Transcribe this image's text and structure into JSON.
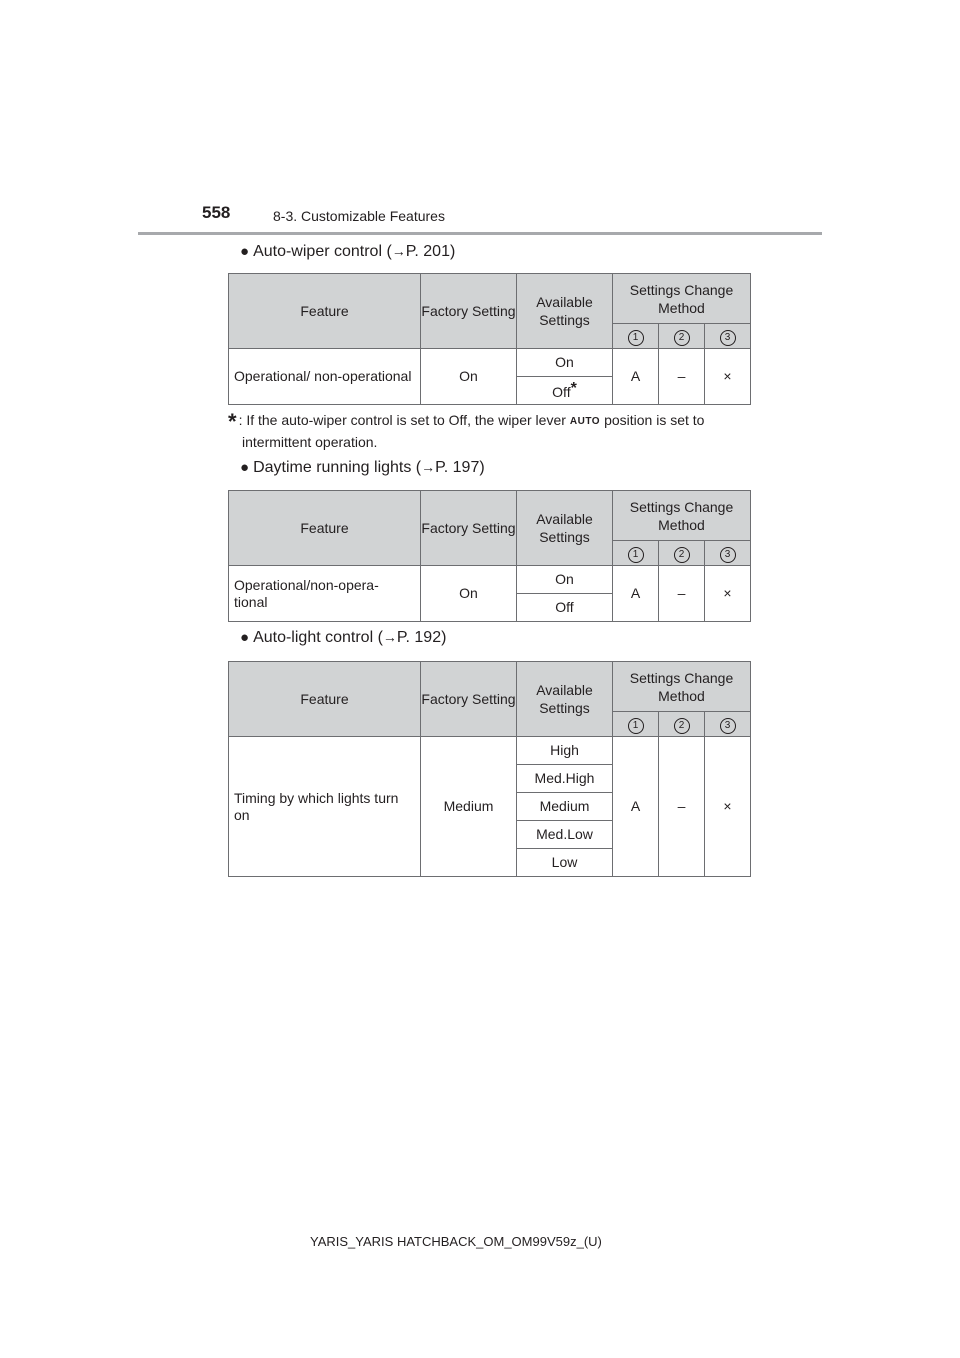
{
  "header": {
    "page_number": "558",
    "section": "8-3. Customizable Features"
  },
  "sections": [
    {
      "bullet": "●",
      "title": "Auto-wiper control (",
      "arrow": "→",
      "ref": "P. 201)"
    },
    {
      "bullet": "●",
      "title": "Daytime running lights (",
      "arrow": "→",
      "ref": "P. 197)"
    },
    {
      "bullet": "●",
      "title": "Auto-light control (",
      "arrow": "→",
      "ref": "P. 192)"
    }
  ],
  "table_headers": {
    "feature": "Feature",
    "factory": "Factory Setting",
    "available": "Available Settings",
    "method": "Settings Change Method",
    "method_nums": [
      "1",
      "2",
      "3"
    ]
  },
  "tables": [
    {
      "feature": "Operational/ non-operational",
      "factory": "On",
      "options": [
        "On",
        "Off"
      ],
      "options_star": "*",
      "methods": [
        "A",
        "–",
        "×"
      ]
    },
    {
      "feature": "Operational/non-opera- tional",
      "factory": "On",
      "options": [
        "On",
        "Off"
      ],
      "methods": [
        "A",
        "–",
        "×"
      ]
    },
    {
      "feature": "Timing by which lights turn on",
      "factory": "Medium",
      "options": [
        "High",
        "Med.High",
        "Medium",
        "Med.Low",
        "Low"
      ],
      "methods": [
        "A",
        "–",
        "×"
      ]
    }
  ],
  "footnote": {
    "star": "*",
    "text_before": ": If the auto-wiper control is set to Off, the wiper lever",
    "icon": "AUTO",
    "text_after": "position is set to",
    "text_line2": "intermittent operation."
  },
  "footer": "YARIS_YARIS HATCHBACK_OM_OM99V59z_(U)"
}
